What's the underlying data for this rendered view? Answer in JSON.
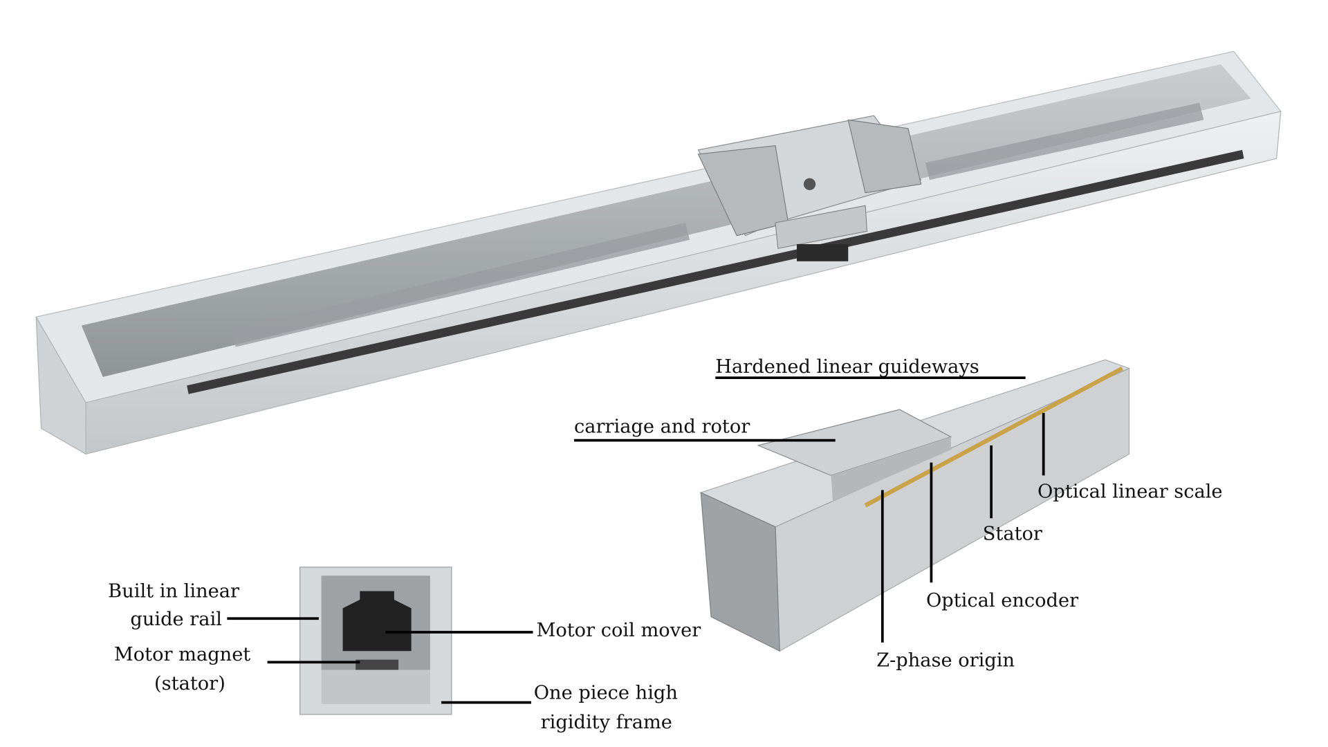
{
  "labels": {
    "hardened_guideways": "Hardened linear guideways",
    "carriage_rotor": "carriage and rotor",
    "optical_linear_scale": "Optical linear scale",
    "stator": "Stator",
    "optical_encoder": "Optical encoder",
    "z_phase_origin": "Z-phase origin",
    "built_in_rail_1": "Built in linear",
    "built_in_rail_2": "guide rail",
    "motor_magnet_1": "Motor magnet",
    "motor_magnet_2": "(stator)",
    "motor_coil_mover": "Motor coil mover",
    "frame_1": "One piece high",
    "frame_2": "rigidity frame"
  },
  "colors": {
    "aluminum": "#d9dcdf",
    "channel": "#a9adb0",
    "dark": "#2b2b2b",
    "brass": "#c9a24a"
  }
}
